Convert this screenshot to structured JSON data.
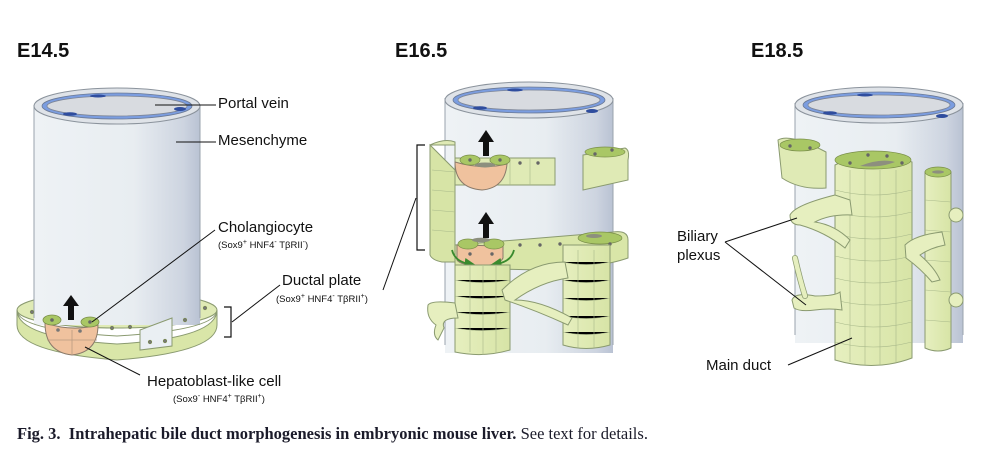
{
  "figure": {
    "panels": [
      {
        "title": "E14.5"
      },
      {
        "title": "E16.5"
      },
      {
        "title": "E18.5"
      }
    ],
    "labels": {
      "portal_vein": "Portal vein",
      "mesenchyme": "Mesenchyme",
      "cholangiocyte": "Cholangiocyte",
      "cholangiocyte_markers": {
        "sox9": "Sox9",
        "sox9_sign": "+",
        "hnf4": "HNF4",
        "hnf4_sign": "-",
        "tbrii": "TβRII",
        "tbrii_sign": "-"
      },
      "ductal_plate": "Ductal plate",
      "ductal_plate_markers": {
        "sox9": "Sox9",
        "sox9_sign": "+",
        "hnf4": "HNF4",
        "hnf4_sign": "-",
        "tbrii": "TβRII",
        "tbrii_sign": "+"
      },
      "hepatoblast": "Hepatoblast-like cell",
      "hepatoblast_markers": {
        "sox9": "Sox9",
        "sox9_sign": "-",
        "hnf4": "HNF4",
        "hnf4_sign": "+",
        "tbrii": "TβRII",
        "tbrii_sign": "+"
      },
      "biliary_plexus_line1": "Biliary",
      "biliary_plexus_line2": "plexus",
      "main_duct": "Main duct"
    },
    "caption": {
      "label": "Fig. 3.",
      "title": "Intrahepatic bile duct morphogenesis in embryonic mouse liver.",
      "text": "See text for details."
    },
    "colors": {
      "cell_green": "#dfeab5",
      "cell_green_dark": "#a9c765",
      "hepatoblast_orange": "#f0c29e",
      "vein_blue": "#7b9de0",
      "vein_dark": "#2f4d9e",
      "cylinder": "#eaeff3",
      "arrow_green": "#3a8a2e"
    }
  }
}
